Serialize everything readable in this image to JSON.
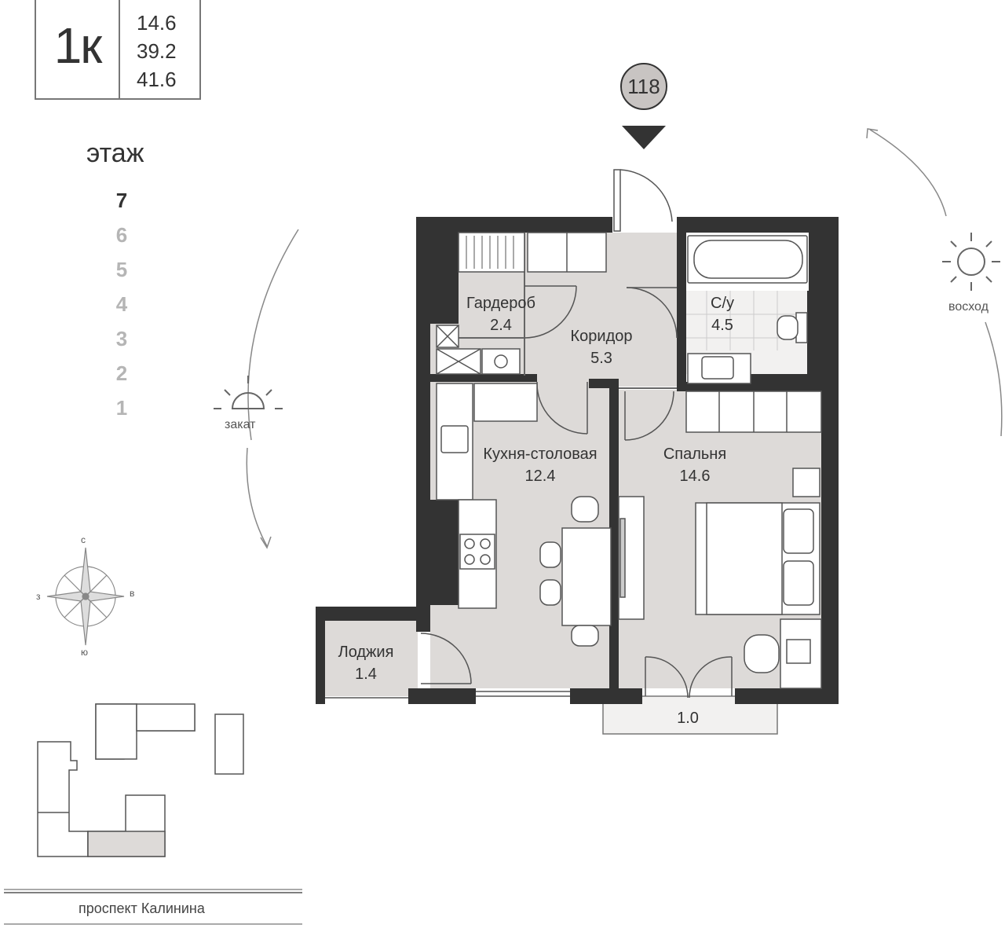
{
  "apartment": {
    "type": "1к",
    "areas": [
      "14.6",
      "39.2",
      "41.6"
    ],
    "number": "118"
  },
  "floors": {
    "title": "этаж",
    "items": [
      {
        "label": "7",
        "active": true
      },
      {
        "label": "6",
        "active": false
      },
      {
        "label": "5",
        "active": false
      },
      {
        "label": "4",
        "active": false
      },
      {
        "label": "3",
        "active": false
      },
      {
        "label": "2",
        "active": false
      },
      {
        "label": "1",
        "active": false
      }
    ]
  },
  "rooms": {
    "wardrobe": {
      "name": "Гардероб",
      "area": "2.4"
    },
    "corridor": {
      "name": "Коридор",
      "area": "5.3"
    },
    "bathroom": {
      "name": "С/у",
      "area": "4.5"
    },
    "kitchen": {
      "name": "Кухня-столовая",
      "area": "12.4"
    },
    "bedroom": {
      "name": "Спальня",
      "area": "14.6"
    },
    "loggia": {
      "name": "Лоджия",
      "area": "1.4"
    },
    "balcony": {
      "area": "1.0"
    }
  },
  "sun": {
    "sunset": "закат",
    "sunrise": "восход"
  },
  "compass": {
    "north": "с",
    "south": "ю",
    "west": "з",
    "east": "в"
  },
  "site": {
    "street": "проспект Калинина"
  },
  "colors": {
    "wall": "#333333",
    "floor": "#dddad8",
    "light_floor": "#f2f1f0",
    "furniture_line": "#444444",
    "inactive_floor": "#b5b5b5"
  }
}
